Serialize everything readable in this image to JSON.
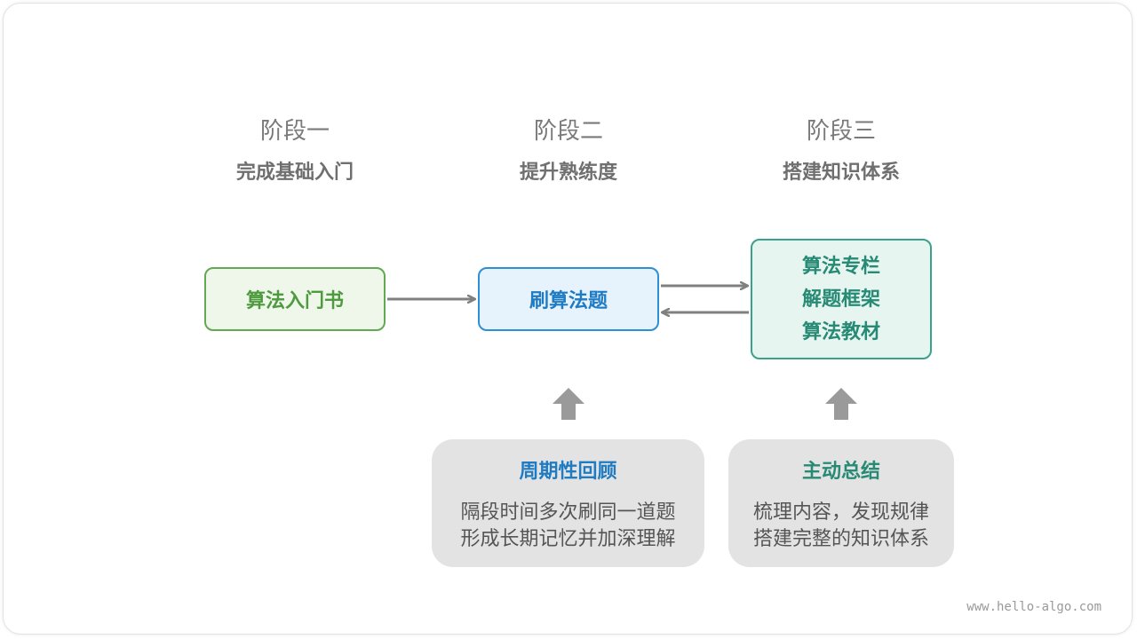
{
  "stages": [
    {
      "title": "阶段一",
      "subtitle": "完成基础入门"
    },
    {
      "title": "阶段二",
      "subtitle": "提升熟练度"
    },
    {
      "title": "阶段三",
      "subtitle": "搭建知识体系"
    }
  ],
  "nodes": {
    "book": "算法入门书",
    "practice": "刷算法题",
    "system": [
      "算法专栏",
      "解题框架",
      "算法教材"
    ]
  },
  "cards": [
    {
      "title": "周期性回顾",
      "title_color": "#1f7bc2",
      "lines": [
        "隔段时间多次刷同一道题",
        "形成长期记忆并加深理解"
      ]
    },
    {
      "title": "主动总结",
      "title_color": "#268a74",
      "lines": [
        "梳理内容，发现规律",
        "搭建完整的知识体系"
      ]
    }
  ],
  "colors": {
    "green": "#63a855",
    "blue": "#2f8fd4",
    "teal": "#3aa18a",
    "arrow": "#808080",
    "up_arrow": "#9a9a9a"
  },
  "watermark": "www.hello-algo.com"
}
